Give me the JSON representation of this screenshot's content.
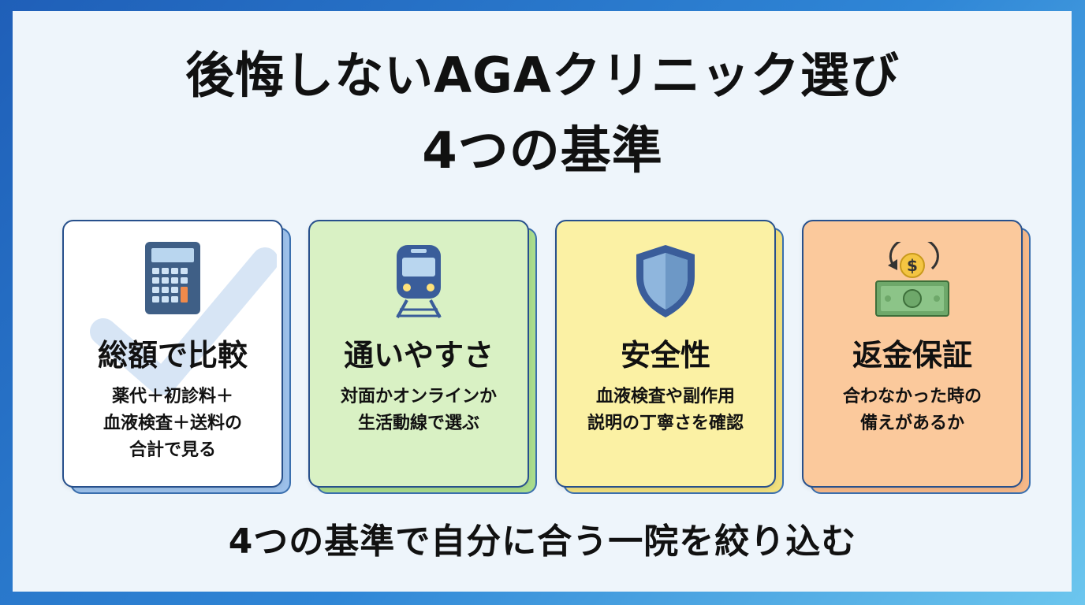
{
  "title": {
    "line1": "後悔しないAGAクリニック選び",
    "line2": "4つの基準"
  },
  "cards": [
    {
      "icon": "calculator-icon",
      "heading": "総額で比較",
      "desc": [
        "薬代＋初診料＋",
        "血液検査＋送料の",
        "合計で見る"
      ],
      "bg": "#ffffff",
      "shadow": "#9cc0ea"
    },
    {
      "icon": "train-icon",
      "heading": "通いやすさ",
      "desc": [
        "対面かオンラインか",
        "生活動線で選ぶ"
      ],
      "bg": "#d9f1c4",
      "shadow": "#a9dc8c"
    },
    {
      "icon": "shield-icon",
      "heading": "安全性",
      "desc": [
        "血液検査や副作用",
        "説明の丁寧さを確認"
      ],
      "bg": "#fbf1a4",
      "shadow": "#f1e07d"
    },
    {
      "icon": "money-back-icon",
      "heading": "返金保証",
      "desc": [
        "合わなかった時の",
        "備えがあるか"
      ],
      "bg": "#fbc99c",
      "shadow": "#f6b888"
    }
  ],
  "footer": "4つの基準で自分に合う一院を絞り込む"
}
